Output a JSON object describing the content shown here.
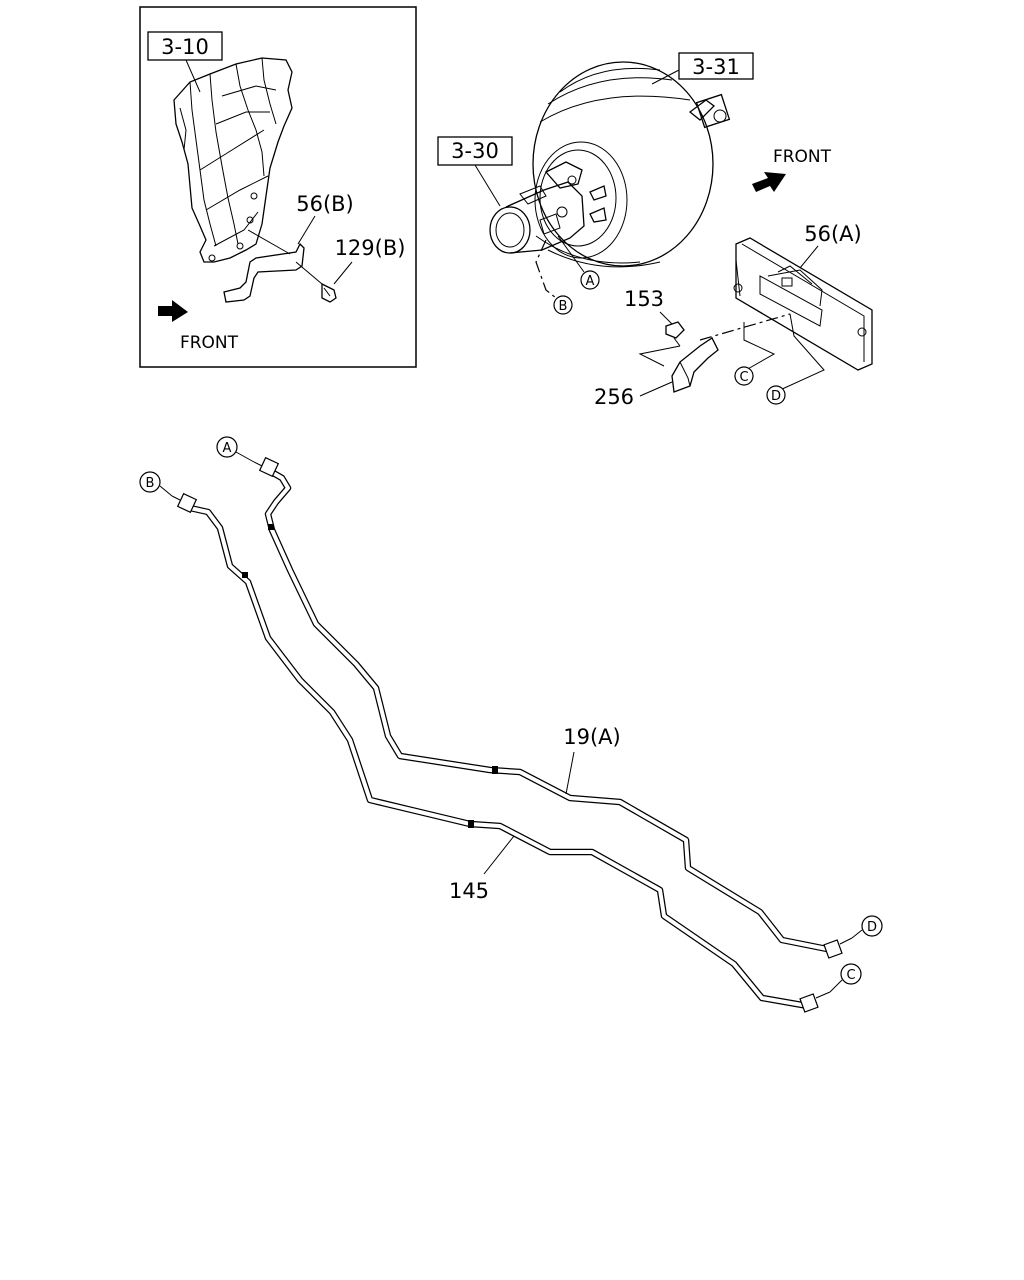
{
  "inset": {
    "ref_box": "3-10",
    "bracket_label": "56(B)",
    "bolt_label": "129(B)",
    "front_label": "FRONT"
  },
  "booster": {
    "booster_ref": "3-31",
    "master_cyl_ref": "3-30",
    "front_label": "FRONT",
    "connector_a": "A",
    "connector_b": "B"
  },
  "bracket_assembly": {
    "bracket_label": "56(A)",
    "bolt_label": "153",
    "clip_label": "256",
    "connector_c": "C",
    "connector_d": "D"
  },
  "pipes": {
    "pipe_upper_label": "19(A)",
    "pipe_lower_label": "145",
    "end_a": "A",
    "end_b": "B",
    "end_c": "C",
    "end_d": "D"
  },
  "icons": [
    "front-arrow-icon",
    "circle-letter-icon"
  ]
}
